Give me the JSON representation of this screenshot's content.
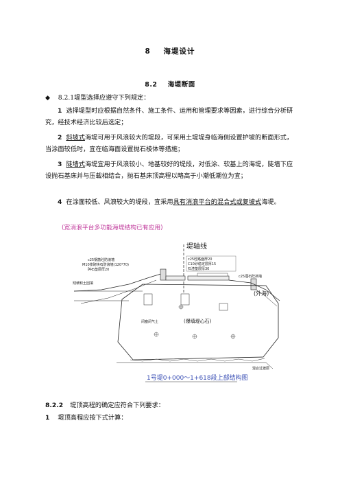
{
  "chapter": {
    "number": "8",
    "title": "海堤设计"
  },
  "section": {
    "number": "8.2",
    "title": "海堤断面"
  },
  "clause_821": {
    "bullet": "◆",
    "text": "8.2.1堤型选择应遵守下列规定："
  },
  "items": [
    {
      "num": "1",
      "text": "选择堤型时应根据自然条件、施工条件、运用和管理要求等因素，进行综合分析研究，经技术经济比较后选定；"
    },
    {
      "num": "2",
      "underlined": "斜坡式",
      "text": "海堤可用于风浪较大的堤段，可采用土堤堤身临海侧设置护坡的断面形式，当涂面较低时，宜在临海面设置抛石棱体等措施；"
    },
    {
      "num": "3",
      "underlined": "陡墙式",
      "text": "海堤宜用于风浪较小、地基较好的堤段，对低涂、软基上的海堤，陡墙下应设抛石基床并与压载相结合，抛石基床顶高程以略高于小潮低潮位为宜；"
    },
    {
      "num": "4",
      "text_before": "在涂面较低、风浪较大的堤段，宜采用",
      "underlined": "具有消浪平台的混合式或复坡式",
      "text_after": "海堤。"
    }
  ],
  "note": "(宽消浪平台多功能海堤结构已有应用)",
  "figure": {
    "axis_label": "堤轴线",
    "labels_left": [
      "c25钢筋砼防浪墙",
      "M10浆砌块石防浪墙(120*70)",
      "碎石垫层厚20"
    ],
    "labels_mid": [
      "c25砼路面厚20",
      "C10砂稳定层厚15",
      "石渣垫层厚30"
    ],
    "label_right_top": "c25埋石砼挡墙",
    "label_outer_sea": "(外海)",
    "label_left_side": "残坡积土回填",
    "label_inner": "闭塞闭气土",
    "label_center": "(爆填堤心石)",
    "label_base": "混合过渡层",
    "caption": "1号堤0+000～1+618段上部结构图"
  },
  "clause_822": {
    "code": "8.2.2",
    "text": "堤顶高程的确定应符合下列要求："
  },
  "clause_822_item1": {
    "num": "1",
    "text": "堤顶高程应按下式计算："
  }
}
